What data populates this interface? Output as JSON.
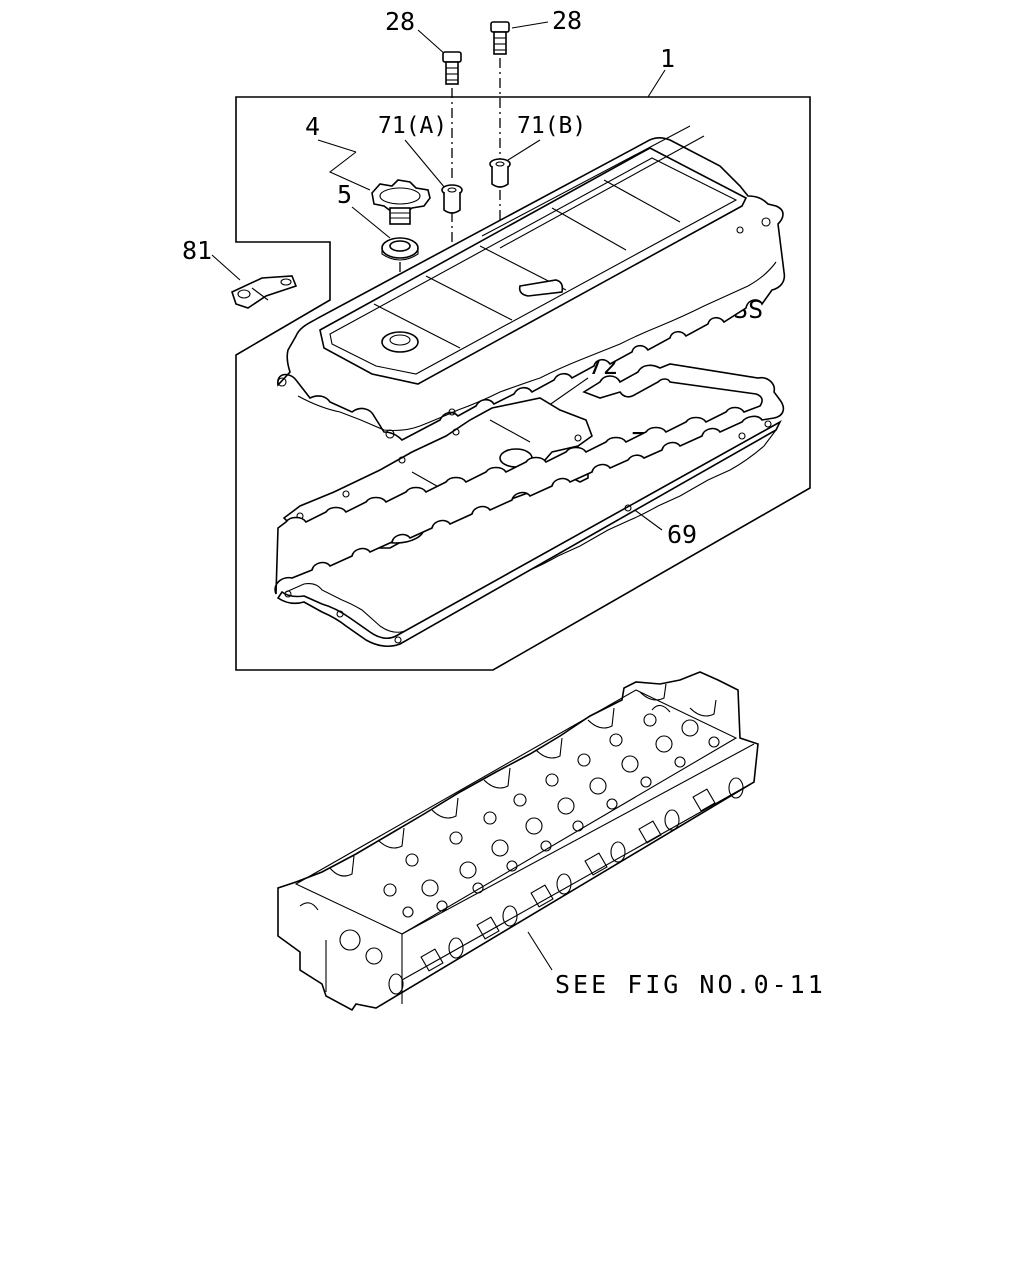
{
  "callouts": {
    "bolt_left": "28",
    "bolt_right": "28",
    "assembly": "1",
    "cap": "4",
    "cap_seal": "5",
    "grommet_a": "71(A)",
    "grommet_b": "71(B)",
    "clip": "81",
    "not_serviced": "NSS",
    "baffle_plate": "72",
    "nut": "76",
    "gasket": "69"
  },
  "reference_note": "SEE FIG NO.0-11"
}
